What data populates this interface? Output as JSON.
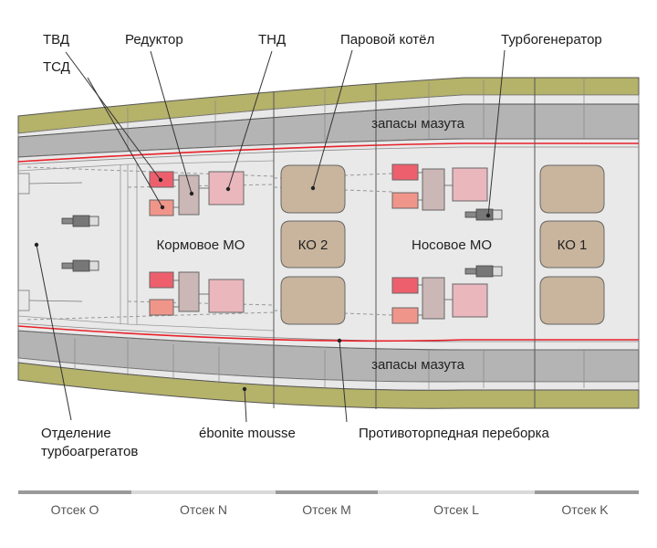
{
  "labels": {
    "tvd": "ТВД",
    "tsd": "ТСД",
    "reductor": "Редуктор",
    "tnd": "ТНД",
    "boiler": "Паровой котёл",
    "turbogenerator": "Турбогенератор",
    "fuel_top": "запасы мазута",
    "fuel_bottom": "запасы мазута",
    "aft_mo": "Кормовое МО",
    "ko2": "КО 2",
    "fwd_mo": "Носовое МО",
    "ko1": "КО 1",
    "turbo_dept_line1": "Отделение",
    "turbo_dept_line2": "турбоагрегатов",
    "ebonite": "ébonite mousse",
    "torpedo_bulkhead": "Противоторпедная переборка"
  },
  "compartments": [
    "Отсек O",
    "Отсек N",
    "Отсек M",
    "Отсек L",
    "Отсек K"
  ],
  "colors": {
    "hull_olive": "#b5b26a",
    "fuel_gray": "#b4b4b4",
    "interior": "#e9e9e9",
    "boiler": "#c9b59e",
    "tvd": "#ee5f6d",
    "tsd": "#f0958a",
    "tnd": "#eab7bd",
    "reductor": "#cbb7b5",
    "red_line": "#e8212a"
  }
}
